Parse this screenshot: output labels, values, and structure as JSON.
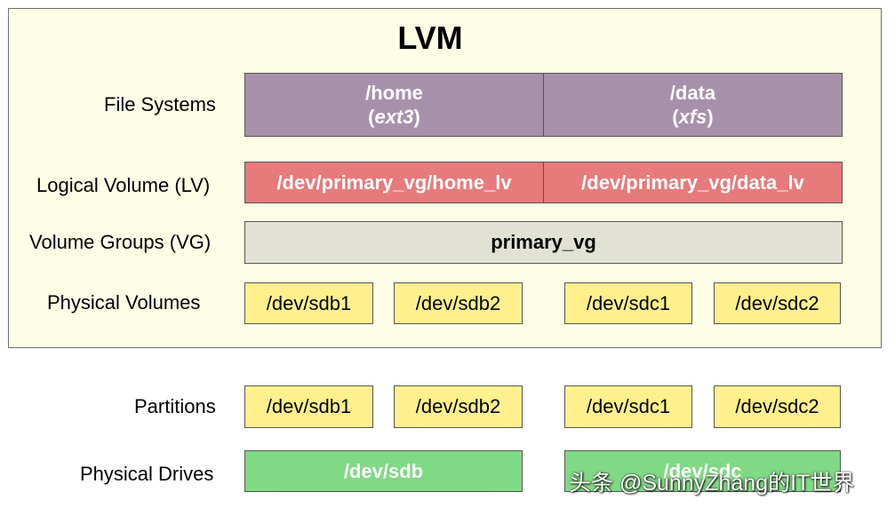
{
  "title": "LVM",
  "row_labels": {
    "file_systems": "File Systems",
    "logical_volume": "Logical Volume (LV)",
    "volume_groups": "Volume Groups (VG)",
    "physical_volumes": "Physical Volumes",
    "partitions": "Partitions",
    "physical_drives": "Physical Drives"
  },
  "file_systems": [
    {
      "mount": "/home",
      "open": "(",
      "type": "ext3",
      "close": ")"
    },
    {
      "mount": "/data",
      "open": "(",
      "type": "xfs",
      "close": ")"
    }
  ],
  "logical_volumes": [
    "/dev/primary_vg/home_lv",
    "/dev/primary_vg/data_lv"
  ],
  "volume_group": "primary_vg",
  "physical_volumes": [
    "/dev/sdb1",
    "/dev/sdb2",
    "/dev/sdc1",
    "/dev/sdc2"
  ],
  "partitions": [
    "/dev/sdb1",
    "/dev/sdb2",
    "/dev/sdc1",
    "/dev/sdc2"
  ],
  "physical_drives": [
    "/dev/sdb",
    "/dev/sdc"
  ],
  "watermark": "头条 @SunnyZhang的IT世界",
  "colors": {
    "lvm_background": "#fefde6",
    "file_system": "#a790ac",
    "logical_volume": "#e77a7b",
    "volume_group": "#e1e1d5",
    "physical_volume": "#fff08d",
    "physical_drive": "#80d984"
  }
}
